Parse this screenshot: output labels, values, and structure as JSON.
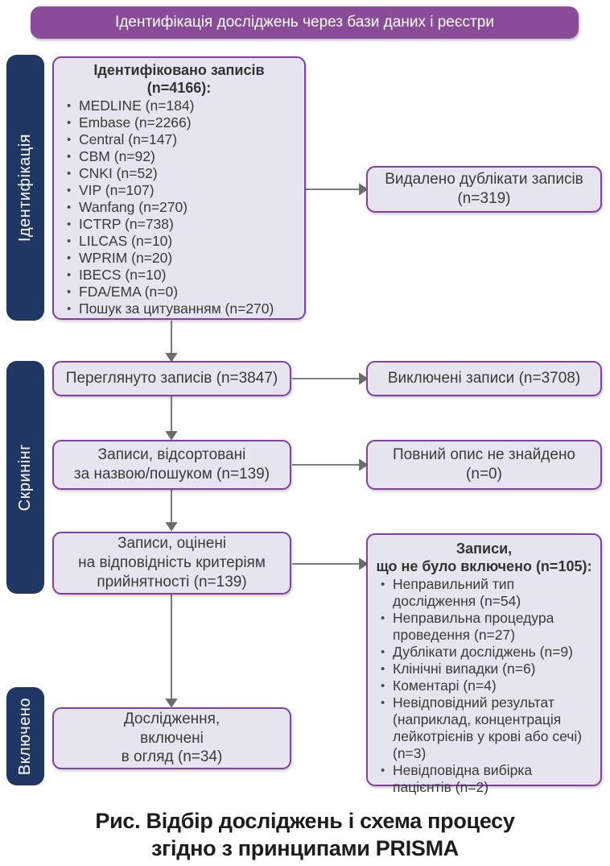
{
  "header": {
    "title": "Ідентифікація досліджень через бази даних і реєстри"
  },
  "sidebar": {
    "identification": "Ідентифікація",
    "screening": "Скринінг",
    "included": "Включено"
  },
  "boxes": {
    "identified": {
      "title": [
        "Ідентифіковано записів",
        "(n=4166):"
      ],
      "items": [
        "MEDLINE (n=184)",
        "Embase (n=2266)",
        "Central (n=147)",
        "CBM (n=92)",
        "CNKI (n=52)",
        "VIP (n=107)",
        "Wanfang (n=270)",
        "ICTRP (n=738)",
        "LILCAS (n=10)",
        "WPRIM (n=20)",
        "IBECS (n=10)",
        "FDA/EMA (n=0)",
        "Пошук за цитуванням (n=270)"
      ]
    },
    "duplicates_removed": {
      "lines": [
        "Видалено дублікати записів",
        "(n=319)"
      ]
    },
    "screened": {
      "lines": [
        "Переглянуто записів (n=3847)"
      ]
    },
    "excluded": {
      "lines": [
        "Виключені записи (n=3708)"
      ]
    },
    "sorted": {
      "lines": [
        "Записи, відсортовані",
        "за назвою/пошуком (n=139)"
      ]
    },
    "not_found": {
      "lines": [
        "Повний опис не знайдено",
        "(n=0)"
      ]
    },
    "assessed": {
      "lines": [
        "Записи, оцінені",
        "на відповідність критеріям",
        "прийнятності (n=139)"
      ]
    },
    "not_included": {
      "title": [
        "Записи,",
        "що не було включено (n=105):"
      ],
      "items": [
        "Неправильний тип дослідження (n=54)",
        "Неправильна процедура проведення (n=27)",
        "Дублікати досліджень (n=9)",
        "Клінічні випадки (n=6)",
        "Коментарі (n=4)",
        "Невідповідний результат (наприклад, концентрація лейкотрієнів у крові або сечі) (n=3)",
        "Невідповідна вибірка пацієнтів (n=2)"
      ]
    },
    "included_studies": {
      "lines": [
        "Дослідження,",
        "включені",
        "в огляд (n=34)"
      ]
    }
  },
  "caption": {
    "lines": [
      "Рис. Відбір досліджень і схема процесу",
      "згідно з принципами PRISMA"
    ]
  },
  "colors": {
    "header_purple": "#8a4b99",
    "box_border_purple": "#8141a1",
    "box_fill_lavender": "#e6e4ee",
    "sidebar_navy": "#203764",
    "arrow_gray": "#6b6b6b"
  }
}
